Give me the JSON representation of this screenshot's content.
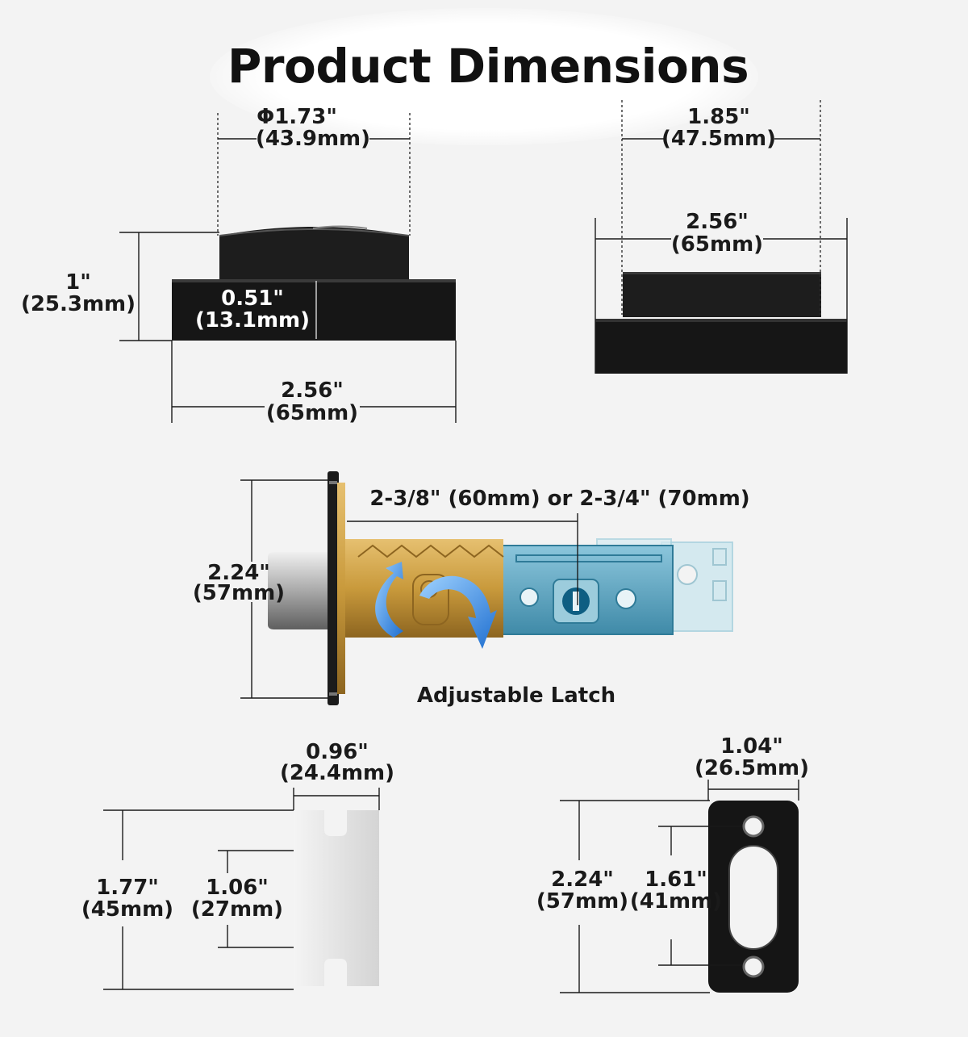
{
  "title": "Product Dimensions",
  "dimensions": {
    "thumbturn_diameter": [
      "Φ1.73\"",
      "(43.9mm)"
    ],
    "side_height": [
      "1\"",
      "(25.3mm)"
    ],
    "collar_height": [
      "0.51\"",
      "(13.1mm)"
    ],
    "base_width": [
      "2.56\"",
      "(65mm)"
    ],
    "top_depth": [
      "1.85\"",
      "(47.5mm)"
    ],
    "top_width": [
      "2.56\"",
      "(65mm)"
    ],
    "latch_backset": "2-3/8\" (60mm) or 2-3/4\" (70mm)",
    "latch_face_height": [
      "2.24\"",
      "(57mm)"
    ],
    "latch_caption": "Adjustable Latch",
    "plate_width": [
      "0.96\"",
      "(24.4mm)"
    ],
    "plate_height": [
      "1.77\"",
      "(45mm)"
    ],
    "plate_hole_span": [
      "1.06\"",
      "(27mm)"
    ],
    "strike_width": [
      "1.04\"",
      "(26.5mm)"
    ],
    "strike_height": [
      "2.24\"",
      "(57mm)"
    ],
    "strike_hole_span": [
      "1.61\"",
      "(41mm)"
    ]
  },
  "colors": {
    "lock_body": "#161616",
    "brass": "#c99a3c",
    "latch_blue": "#5aa6c4",
    "arrow_blue": "#2e8be0",
    "plate_white": "#e4e4e4"
  }
}
